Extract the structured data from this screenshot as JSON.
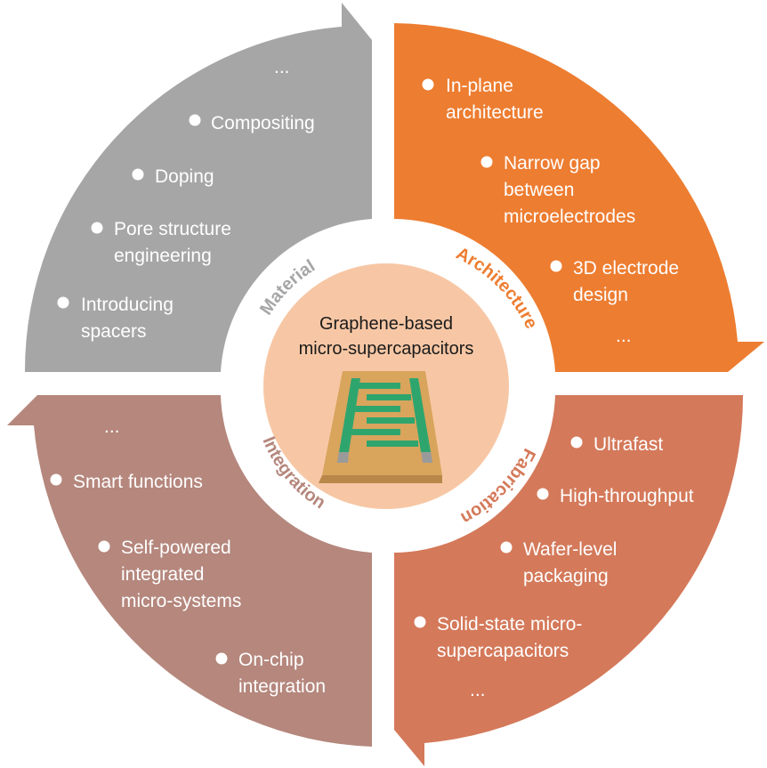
{
  "center": {
    "title_lines": [
      "Graphene-based",
      "micro-supercapacitors"
    ],
    "circle_color": "#f7c7a5"
  },
  "segments": [
    {
      "id": "material",
      "label": "Material",
      "color": "#a6a6a6",
      "items": [
        {
          "lines": [
            "..."
          ],
          "bullet": false
        },
        {
          "lines": [
            "Compositing"
          ],
          "bullet": true
        },
        {
          "lines": [
            "Doping"
          ],
          "bullet": true
        },
        {
          "lines": [
            "Pore structure",
            "engineering"
          ],
          "bullet": true
        },
        {
          "lines": [
            "Introducing",
            "spacers"
          ],
          "bullet": true
        }
      ]
    },
    {
      "id": "architecture",
      "label": "Architecture",
      "color": "#ed7d31",
      "items": [
        {
          "lines": [
            "In-plane",
            "architecture"
          ],
          "bullet": true
        },
        {
          "lines": [
            "Narrow gap",
            "between",
            "microelectrodes"
          ],
          "bullet": true
        },
        {
          "lines": [
            "3D electrode",
            "design"
          ],
          "bullet": true
        },
        {
          "lines": [
            "..."
          ],
          "bullet": false
        }
      ]
    },
    {
      "id": "fabrication",
      "label": "Fabrication",
      "color": "#d4795a",
      "items": [
        {
          "lines": [
            "Ultrafast"
          ],
          "bullet": true
        },
        {
          "lines": [
            "High-throughput"
          ],
          "bullet": true
        },
        {
          "lines": [
            "Wafer-level",
            "packaging"
          ],
          "bullet": true
        },
        {
          "lines": [
            "Solid-state micro-",
            "supercapacitors"
          ],
          "bullet": true
        },
        {
          "lines": [
            "..."
          ],
          "bullet": false
        }
      ]
    },
    {
      "id": "integration",
      "label": "Integration",
      "color": "#b5877d",
      "items": [
        {
          "lines": [
            "..."
          ],
          "bullet": false
        },
        {
          "lines": [
            "Smart functions"
          ],
          "bullet": true
        },
        {
          "lines": [
            "Self-powered",
            "integrated",
            "micro-systems"
          ],
          "bullet": true
        },
        {
          "lines": [
            "On-chip",
            "integration"
          ],
          "bullet": true
        }
      ]
    }
  ],
  "icons": {
    "device": "interdigital-electrode-device-icon"
  },
  "colors": {
    "device_substrate": "#d9a45c",
    "device_electrode": "#2fa56e",
    "device_contact": "#9a9a9a"
  }
}
